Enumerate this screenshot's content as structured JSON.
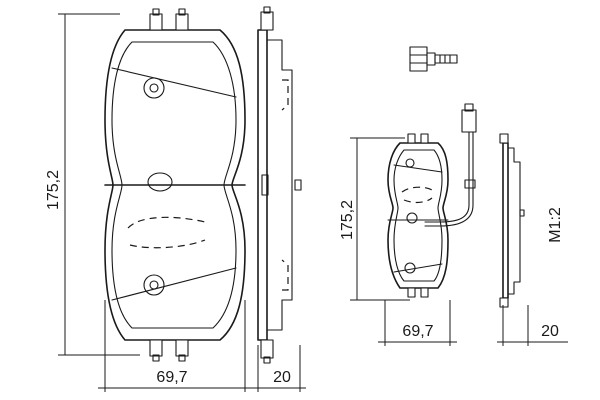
{
  "large_pad": {
    "height_label": "175,2",
    "width_label": "69,7",
    "thickness_label": "20"
  },
  "small_pad": {
    "height_label": "175,2",
    "width_label": "69,7",
    "thickness_label": "20"
  },
  "scale_label": "M1:2"
}
